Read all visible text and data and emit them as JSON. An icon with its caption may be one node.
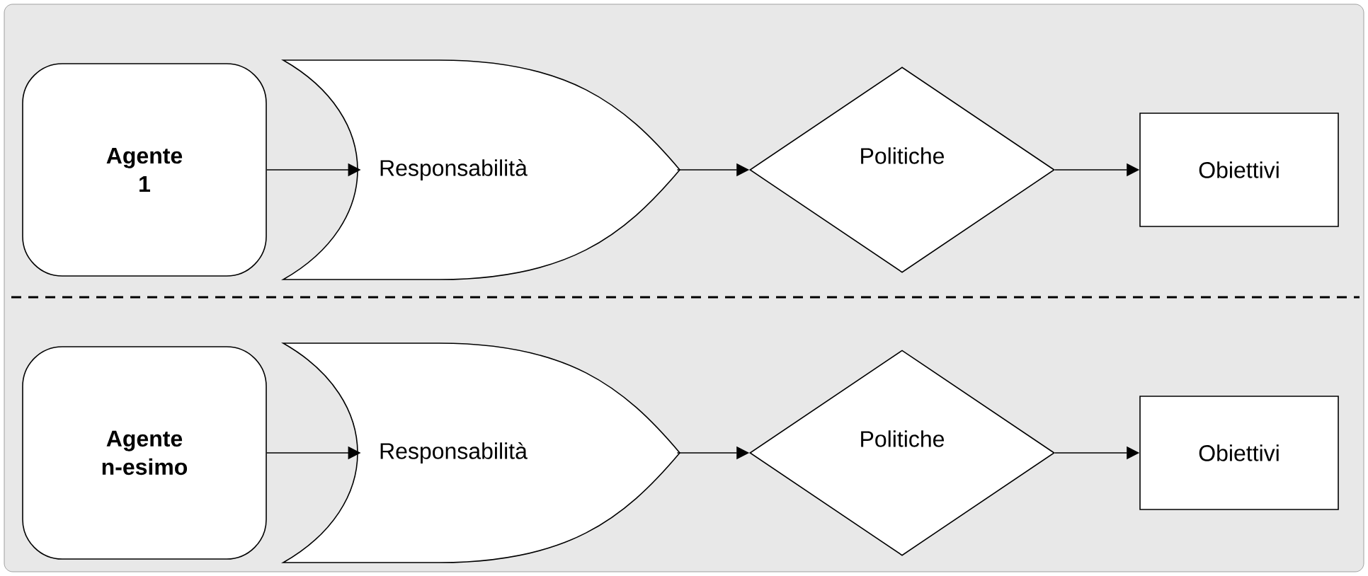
{
  "diagram": {
    "nodes": [
      {
        "text": [
          "Agente 1"
        ]
      },
      {
        "text": [
          "Responsabilità"
        ]
      },
      {
        "text": [
          "Politiche"
        ]
      },
      {
        "text": [
          "Obiettivi"
        ]
      },
      {
        "text": [
          "Agente n-esimo"
        ]
      },
      {
        "text": [
          "Responsabilità"
        ]
      },
      {
        "text": [
          "Politiche"
        ]
      },
      {
        "text": [
          "Obiettivi"
        ]
      }
    ],
    "edges": [
      {
        "from": 0,
        "to": 1,
        "arrow": "to"
      },
      {
        "from": 1,
        "to": 2,
        "arrow": "to"
      },
      {
        "from": 2,
        "to": 3,
        "arrow": "to"
      },
      {
        "from": 4,
        "to": 5,
        "arrow": "to"
      },
      {
        "from": 5,
        "to": 6,
        "arrow": "to"
      },
      {
        "from": 6,
        "to": 7,
        "arrow": "to"
      }
    ]
  }
}
